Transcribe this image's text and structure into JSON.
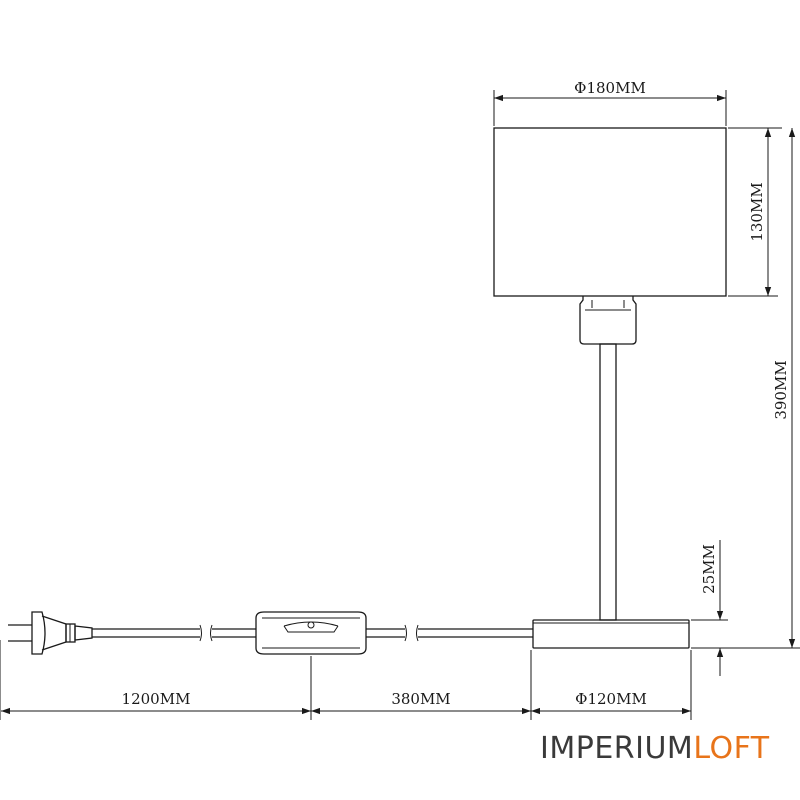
{
  "dimensions": {
    "shade_diameter": "Φ180MM",
    "shade_height": "130MM",
    "total_height": "390MM",
    "base_height": "25MM",
    "cord_to_switch": "1200MM",
    "switch_to_base": "380MM",
    "base_diameter": "Φ120MM"
  },
  "brand": {
    "part1": "IMPERIUM",
    "part2": "LOFT",
    "part1_color": "#3a3a3a",
    "part2_color": "#e8741a"
  }
}
